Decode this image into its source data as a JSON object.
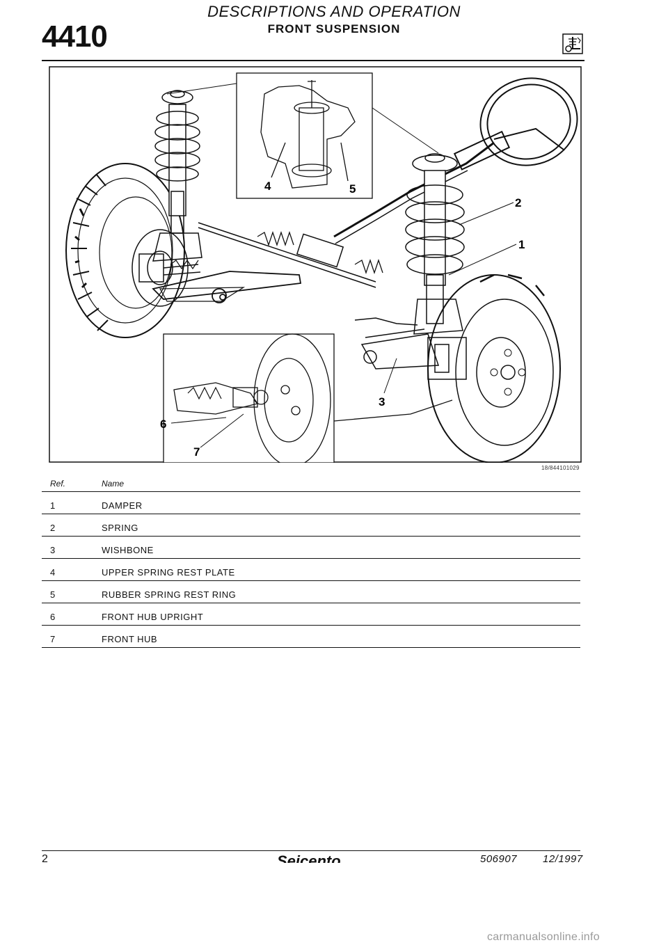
{
  "header": {
    "section_code": "4410",
    "title": "DESCRIPTIONS AND OPERATION",
    "subtitle": "FRONT SUSPENSION"
  },
  "figure": {
    "reference": "18/844101029",
    "callouts": [
      "1",
      "2",
      "3",
      "4",
      "5",
      "6",
      "7"
    ]
  },
  "table": {
    "col_ref": "Ref.",
    "col_name": "Name",
    "rows": [
      {
        "ref": "1",
        "name": "DAMPER"
      },
      {
        "ref": "2",
        "name": "SPRING"
      },
      {
        "ref": "3",
        "name": "WISHBONE"
      },
      {
        "ref": "4",
        "name": "UPPER SPRING REST PLATE"
      },
      {
        "ref": "5",
        "name": "RUBBER SPRING REST RING"
      },
      {
        "ref": "6",
        "name": "FRONT HUB UPRIGHT"
      },
      {
        "ref": "7",
        "name": "FRONT HUB"
      }
    ]
  },
  "footer": {
    "page_number": "2",
    "brand": "Seicento",
    "doc_number": "506907",
    "date": "12/1997"
  },
  "watermark": "carmanualsonline.info"
}
